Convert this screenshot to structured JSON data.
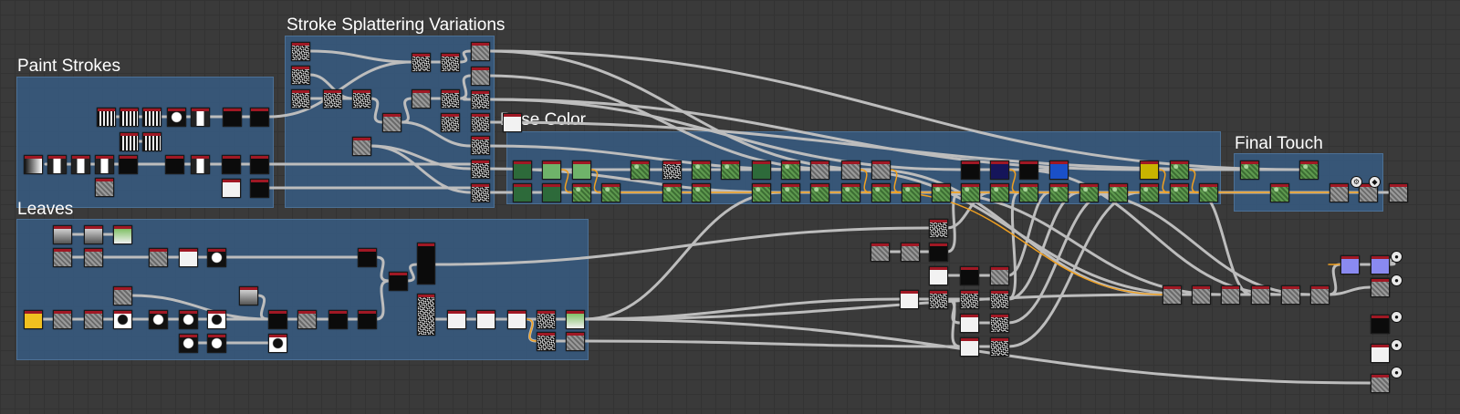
{
  "frames": [
    {
      "id": "paint-strokes",
      "title": "Paint Strokes"
    },
    {
      "id": "stroke-splattering",
      "title": "Stroke Splattering Variations"
    },
    {
      "id": "base-color",
      "title": "Base Color"
    },
    {
      "id": "final-touch",
      "title": "Final Touch"
    },
    {
      "id": "leaves",
      "title": "Leaves"
    }
  ],
  "colors": {
    "frame_fill": "#375c82",
    "node_header": "#a01824",
    "wire": "#bdbdbd",
    "wire_highlight": "#f0a020",
    "canvas": "#3a3a3a"
  },
  "output_icons": [
    "sphere-icon",
    "cube-icon",
    "gear-icon"
  ]
}
